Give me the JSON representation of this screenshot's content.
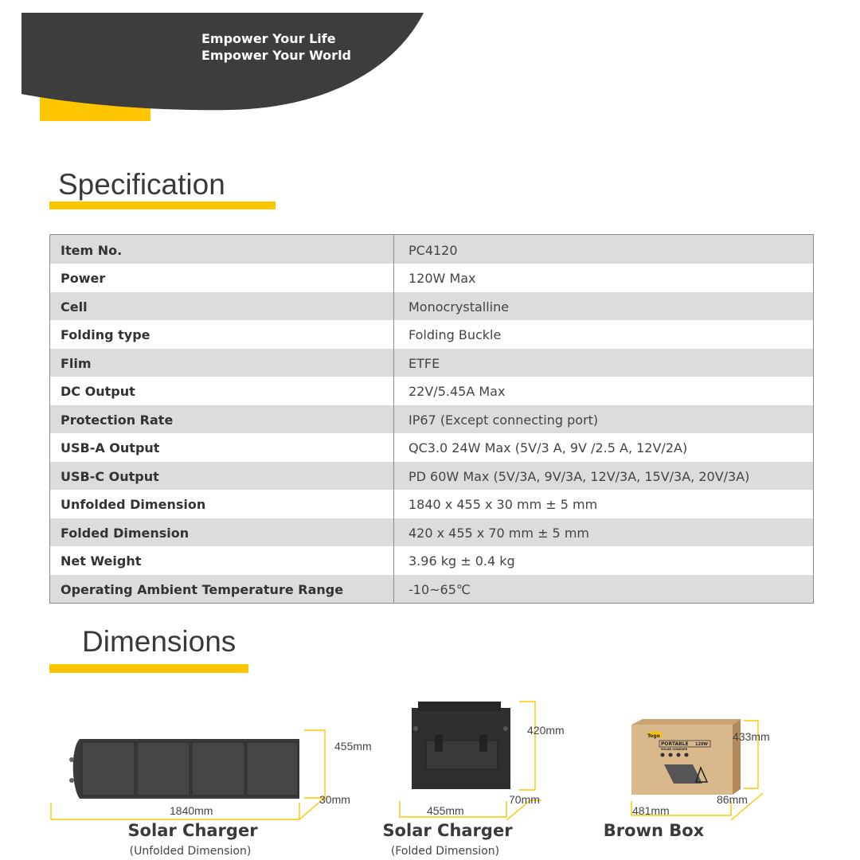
{
  "header": {
    "tagline_1": "Empower Your Life",
    "tagline_2": "Empower Your World"
  },
  "colors": {
    "accent": "#FFC600",
    "header_dark": "#3D3D3D",
    "table_stripe": "#DCDCDC",
    "border": "#8A8A8A"
  },
  "specification": {
    "title": "Specification",
    "rows": [
      {
        "label": "Item No.",
        "value": "PC4120"
      },
      {
        "label": "Power",
        "value": "120W Max"
      },
      {
        "label": "Cell",
        "value": "Monocrystalline"
      },
      {
        "label": "Folding type",
        "value": "Folding Buckle"
      },
      {
        "label": "Flim",
        "value": "ETFE"
      },
      {
        "label": "DC Output",
        "value": "22V/5.45A Max"
      },
      {
        "label": "Protection Rate",
        "value": "IP67 (Except connecting port)"
      },
      {
        "label": "USB-A Output",
        "value": "QC3.0 24W Max (5V/3 A, 9V /2.5 A, 12V/2A)"
      },
      {
        "label": "USB-C Output",
        "value": "PD 60W Max (5V/3A, 9V/3A, 12V/3A, 15V/3A, 20V/3A)"
      },
      {
        "label": "Unfolded Dimension",
        "value": "1840 x 455 x 30 mm ± 5 mm"
      },
      {
        "label": "Folded Dimension",
        "value": "420 x 455 x 70 mm ± 5 mm"
      },
      {
        "label": "Net Weight",
        "value": "3.96 kg ± 0.4 kg"
      },
      {
        "label": "Operating Ambient Temperature Range",
        "value": "-10~65℃"
      }
    ]
  },
  "dimensions": {
    "title": "Dimensions",
    "unfolded": {
      "width": "1840mm",
      "height": "455mm",
      "depth": "30mm",
      "caption": "Solar Charger",
      "subcaption": "(Unfolded Dimension)"
    },
    "folded": {
      "width": "455mm",
      "height": "420mm",
      "depth": "70mm",
      "caption": "Solar Charger",
      "subcaption": "(Folded Dimension)"
    },
    "box": {
      "width": "481mm",
      "height": "433mm",
      "depth": "86mm",
      "caption": "Brown Box",
      "brand": "Togo",
      "label_title": "PORTABLE",
      "label_sub": "SOLAR CHARGER",
      "label_power": "120W"
    }
  }
}
